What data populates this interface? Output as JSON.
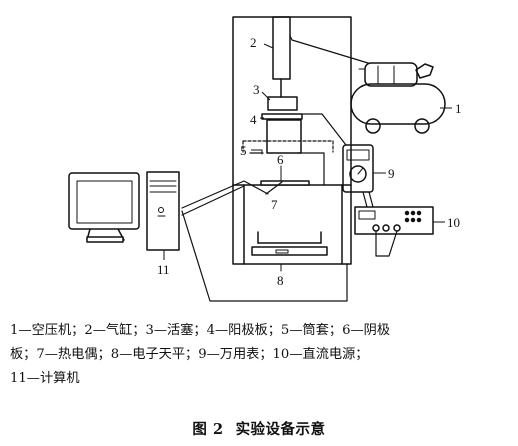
{
  "labels": {
    "air_compressor": "1",
    "cylinder": "2",
    "piston": "3",
    "anode_plate": "4",
    "sleeve": "5",
    "cathode_plate": "6",
    "thermocouple": "7",
    "electronic_balance": "8",
    "multimeter": "9",
    "dc_power_supply": "10",
    "computer": "11"
  },
  "legend": {
    "line1": "1—空压机；2—气缸；3—活塞；4—阳极板；5—筒套；6—阴极",
    "line2": "板；7—热电偶；8—电子天平；9—万用表；10—直流电源；",
    "line3": "11—计算机"
  },
  "caption": {
    "number": "图 2",
    "title": "实验设备示意"
  }
}
